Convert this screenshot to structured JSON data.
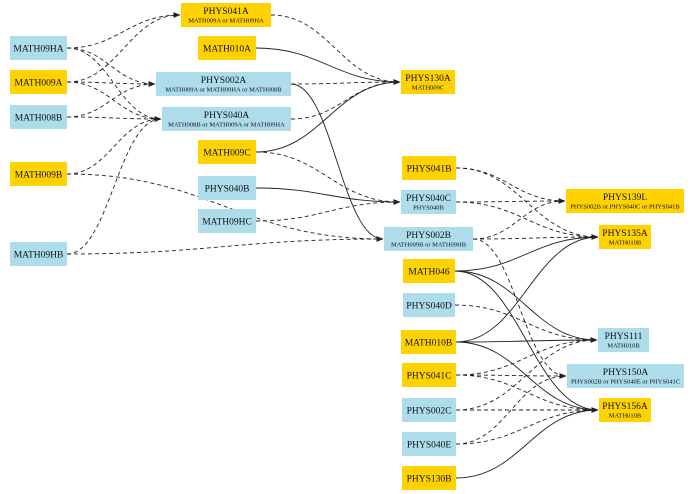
{
  "colors": {
    "yellow": "#FFD200",
    "blue": "#ADDCEB",
    "edge": "#222222"
  },
  "nodes": [
    {
      "id": "PHYS041A",
      "sub": "MATH009A or MATH09HA",
      "color": "yellow"
    },
    {
      "id": "MATH09HA",
      "sub": "",
      "color": "blue"
    },
    {
      "id": "MATH010A",
      "sub": "",
      "color": "yellow"
    },
    {
      "id": "MATH009A",
      "sub": "",
      "color": "yellow"
    },
    {
      "id": "PHYS002A",
      "sub": "MATH009A or MATH09HA or MATH008B",
      "color": "blue"
    },
    {
      "id": "PHYS130A",
      "sub": "MATH009C",
      "color": "yellow"
    },
    {
      "id": "MATH008B",
      "sub": "",
      "color": "blue"
    },
    {
      "id": "PHYS040A",
      "sub": "MATH008B or MATH009A or MATH09HA",
      "color": "blue"
    },
    {
      "id": "MATH009C",
      "sub": "",
      "color": "yellow"
    },
    {
      "id": "PHYS041B",
      "sub": "",
      "color": "yellow"
    },
    {
      "id": "MATH009B",
      "sub": "",
      "color": "yellow"
    },
    {
      "id": "PHYS040B",
      "sub": "",
      "color": "blue"
    },
    {
      "id": "PHYS139L",
      "sub": "PHYS002B or PHYS040C or PHYS041B",
      "color": "yellow"
    },
    {
      "id": "PHYS040C",
      "sub": "PHYS040B",
      "color": "blue"
    },
    {
      "id": "MATH09HC",
      "sub": "",
      "color": "blue"
    },
    {
      "id": "PHYS135A",
      "sub": "MATH010B",
      "color": "yellow"
    },
    {
      "id": "PHYS002B",
      "sub": "MATH009B or MATH09HB",
      "color": "blue"
    },
    {
      "id": "MATH09HB",
      "sub": "",
      "color": "blue"
    },
    {
      "id": "MATH046",
      "sub": "",
      "color": "yellow"
    },
    {
      "id": "PHYS040D",
      "sub": "",
      "color": "blue"
    },
    {
      "id": "PHYS111",
      "sub": "MATH010B",
      "color": "blue"
    },
    {
      "id": "MATH010B",
      "sub": "",
      "color": "yellow"
    },
    {
      "id": "PHYS150A",
      "sub": "PHYS002B or PHYS040E or PHYS041C",
      "color": "blue"
    },
    {
      "id": "PHYS041C",
      "sub": "",
      "color": "yellow"
    },
    {
      "id": "PHYS002C",
      "sub": "",
      "color": "blue"
    },
    {
      "id": "PHYS156A",
      "sub": "MATH010B",
      "color": "yellow"
    },
    {
      "id": "PHYS040E",
      "sub": "",
      "color": "blue"
    },
    {
      "id": "PHYS130B",
      "sub": "",
      "color": "yellow"
    }
  ],
  "edges": [
    {
      "from": "MATH09HA",
      "to": "PHYS041A",
      "style": "dashed"
    },
    {
      "from": "MATH09HA",
      "to": "PHYS002A",
      "style": "dashed"
    },
    {
      "from": "MATH09HA",
      "to": "PHYS040A",
      "style": "dashed"
    },
    {
      "from": "MATH009A",
      "to": "PHYS041A",
      "style": "dashed"
    },
    {
      "from": "MATH009A",
      "to": "PHYS002A",
      "style": "dashed"
    },
    {
      "from": "MATH009A",
      "to": "PHYS040A",
      "style": "dashed"
    },
    {
      "from": "MATH008B",
      "to": "PHYS002A",
      "style": "dashed"
    },
    {
      "from": "MATH008B",
      "to": "PHYS040A",
      "style": "dashed"
    },
    {
      "from": "MATH009B",
      "to": "PHYS040A",
      "style": "dashed"
    },
    {
      "from": "MATH009B",
      "to": "PHYS002B",
      "style": "dashed"
    },
    {
      "from": "MATH09HB",
      "to": "PHYS040A",
      "style": "dashed"
    },
    {
      "from": "MATH09HB",
      "to": "PHYS002B",
      "style": "dashed"
    },
    {
      "from": "PHYS041A",
      "to": "PHYS130A",
      "style": "dashed"
    },
    {
      "from": "MATH010A",
      "to": "PHYS130A",
      "style": "solid"
    },
    {
      "from": "PHYS002A",
      "to": "PHYS130A",
      "style": "dashed"
    },
    {
      "from": "PHYS040A",
      "to": "PHYS130A",
      "style": "dashed"
    },
    {
      "from": "MATH009C",
      "to": "PHYS130A",
      "style": "solid"
    },
    {
      "from": "PHYS002A",
      "to": "PHYS002B",
      "style": "solid"
    },
    {
      "from": "MATH009C",
      "to": "PHYS040C",
      "style": "dashed"
    },
    {
      "from": "PHYS040B",
      "to": "PHYS040C",
      "style": "solid"
    },
    {
      "from": "MATH09HC",
      "to": "PHYS040C",
      "style": "dashed"
    },
    {
      "from": "PHYS041B",
      "to": "PHYS139L",
      "style": "dashed"
    },
    {
      "from": "PHYS041B",
      "to": "PHYS135A",
      "style": "dashed"
    },
    {
      "from": "PHYS040C",
      "to": "PHYS139L",
      "style": "dashed"
    },
    {
      "from": "PHYS040C",
      "to": "PHYS135A",
      "style": "dashed"
    },
    {
      "from": "PHYS002B",
      "to": "PHYS139L",
      "style": "dashed"
    },
    {
      "from": "PHYS002B",
      "to": "PHYS135A",
      "style": "dashed"
    },
    {
      "from": "PHYS002B",
      "to": "PHYS150A",
      "style": "dashed"
    },
    {
      "from": "MATH046",
      "to": "PHYS135A",
      "style": "solid"
    },
    {
      "from": "MATH046",
      "to": "PHYS111",
      "style": "solid"
    },
    {
      "from": "MATH046",
      "to": "PHYS156A",
      "style": "solid"
    },
    {
      "from": "PHYS040D",
      "to": "PHYS111",
      "style": "dashed"
    },
    {
      "from": "MATH010B",
      "to": "PHYS135A",
      "style": "solid"
    },
    {
      "from": "MATH010B",
      "to": "PHYS111",
      "style": "solid"
    },
    {
      "from": "MATH010B",
      "to": "PHYS156A",
      "style": "solid"
    },
    {
      "from": "PHYS041C",
      "to": "PHYS111",
      "style": "dashed"
    },
    {
      "from": "PHYS041C",
      "to": "PHYS150A",
      "style": "dashed"
    },
    {
      "from": "PHYS041C",
      "to": "PHYS156A",
      "style": "dashed"
    },
    {
      "from": "PHYS002C",
      "to": "PHYS111",
      "style": "dashed"
    },
    {
      "from": "PHYS002C",
      "to": "PHYS156A",
      "style": "dashed"
    },
    {
      "from": "PHYS040E",
      "to": "PHYS150A",
      "style": "dashed"
    },
    {
      "from": "PHYS040E",
      "to": "PHYS156A",
      "style": "dashed"
    },
    {
      "from": "PHYS130B",
      "to": "PHYS156A",
      "style": "solid"
    }
  ]
}
